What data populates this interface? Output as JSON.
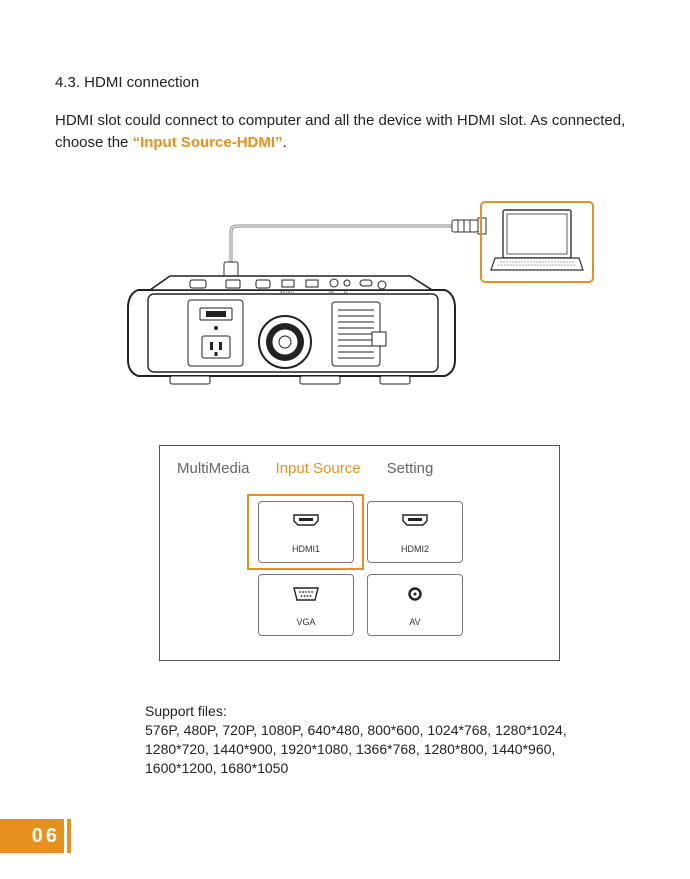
{
  "section": {
    "heading": "4.3. HDMI connection",
    "intro_main": "HDMI slot could connect to computer and all the device with HDMI slot. As connected, choose the ",
    "intro_highlight": "“Input Source-HDMI”",
    "intro_end": "."
  },
  "diagram": {
    "port_labels": [
      "5V OUT",
      "AV",
      "Ω"
    ],
    "highlight_color": "#e8901e"
  },
  "menu": {
    "tabs": [
      "MultiMedia",
      "Input Source",
      "Setting"
    ],
    "active_tab": "Input Source",
    "sources": [
      {
        "label": "HDMI1",
        "icon": "hdmi-port-icon",
        "selected": true
      },
      {
        "label": "HDMI2",
        "icon": "hdmi-port-icon",
        "selected": false
      },
      {
        "label": "VGA",
        "icon": "vga-port-icon",
        "selected": false
      },
      {
        "label": "AV",
        "icon": "av-jack-icon",
        "selected": false
      }
    ]
  },
  "support": {
    "title": "Support files:",
    "lines": [
      "576P, 480P, 720P, 1080P, 640*480, 800*600, 1024*768, 1280*1024,",
      "1280*720, 1440*900, 1920*1080, 1366*768, 1280*800, 1440*960,",
      "1600*1200, 1680*1050"
    ]
  },
  "page": {
    "number": "06",
    "accent": "#e8901e"
  }
}
